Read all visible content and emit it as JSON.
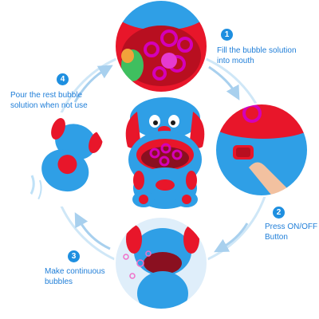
{
  "steps": [
    {
      "number": "1",
      "text": "Fill the bubble solution\ninto mouth"
    },
    {
      "number": "2",
      "text": "Press ON/OFF\nButton"
    },
    {
      "number": "3",
      "text": "Make continuous\nbubbles"
    },
    {
      "number": "4",
      "text": "Pour the rest bubble\nsolution when not use"
    }
  ],
  "colors": {
    "accent": "#1e8fe0",
    "toy_body": "#2f9fe6",
    "toy_red": "#e8162a",
    "bubble_wand": "#d400b8",
    "ring": "#cfe7f7"
  }
}
